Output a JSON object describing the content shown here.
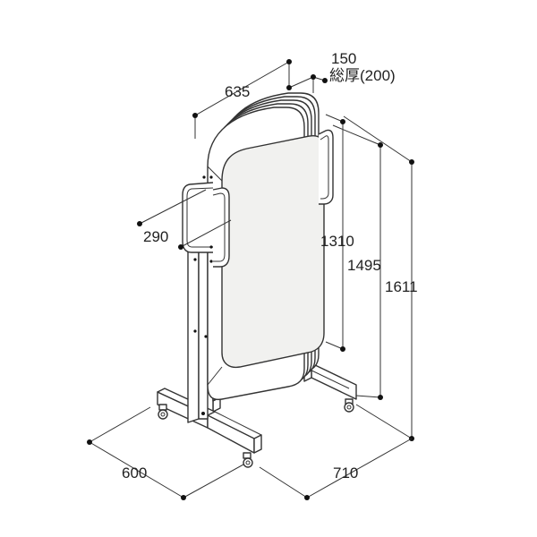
{
  "dimensions": {
    "depth_thickness": "150",
    "total_thickness": "総厚(200)",
    "width_top": "635",
    "handle_depth": "290",
    "panel_height": "1310",
    "frame_height": "1495",
    "overall_height": "1611",
    "base_depth": "600",
    "base_width": "710"
  },
  "colors": {
    "line": "#333333",
    "panel": "#f1f1ef",
    "dot": "#111111"
  }
}
